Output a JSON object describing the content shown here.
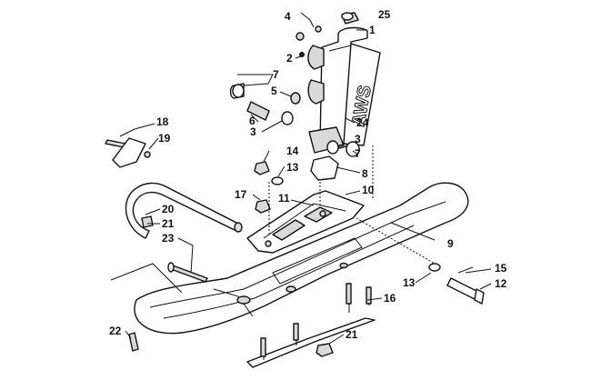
{
  "diagram": {
    "logo_text": "AWS",
    "callouts": {
      "c1": "1",
      "c2": "2",
      "c3a": "3",
      "c3b": "3",
      "c4": "4",
      "c5": "5",
      "c6": "6",
      "c7a": "7",
      "c7b": "7",
      "c8": "8",
      "c9": "9",
      "c10": "10",
      "c11": "11",
      "c12": "12",
      "c13a": "13",
      "c13b": "13",
      "c14": "14",
      "c15": "15",
      "c16": "16",
      "c17": "17",
      "c18": "18",
      "c19": "19",
      "c20": "20",
      "c21a": "21",
      "c21b": "21",
      "c22": "22",
      "c23": "23",
      "c24": "24",
      "c25": "25"
    }
  }
}
